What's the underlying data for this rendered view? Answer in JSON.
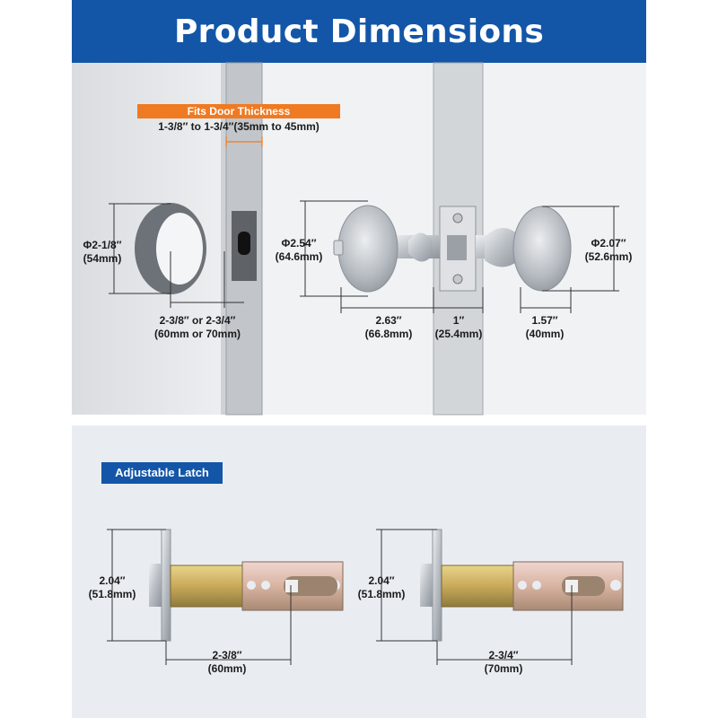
{
  "header": {
    "title": "Product Dimensions",
    "bg_color": "#1356a8"
  },
  "door": {
    "fits_label": "Fits Door Thickness",
    "thickness": "1-3/8″ to 1-3/4″(35mm to 45mm)",
    "bore_dia": "Φ2-1/8″",
    "bore_dia_mm": "(54mm)",
    "backset": "2-3/8″ or 2-3/4″",
    "backset_mm": "(60mm or 70mm)"
  },
  "knob": {
    "dia_left": "Φ2.54″",
    "dia_left_mm": "(64.6mm)",
    "dia_right": "Φ2.07″",
    "dia_right_mm": "(52.6mm)",
    "proj_left": "2.63″",
    "proj_left_mm": "(66.8mm)",
    "rose": "1″",
    "rose_mm": "(25.4mm)",
    "proj_right": "1.57″",
    "proj_right_mm": "(40mm)"
  },
  "latch": {
    "badge": "Adjustable Latch",
    "left_height": "2.04″",
    "left_height_mm": "(51.8mm)",
    "left_backset": "2-3/8″",
    "left_backset_mm": "(60mm)",
    "right_height": "2.04″",
    "right_height_mm": "(51.8mm)",
    "right_backset": "2-3/4″",
    "right_backset_mm": "(70mm)"
  },
  "colors": {
    "accent": "#ef7a22",
    "brand": "#1356a8"
  }
}
